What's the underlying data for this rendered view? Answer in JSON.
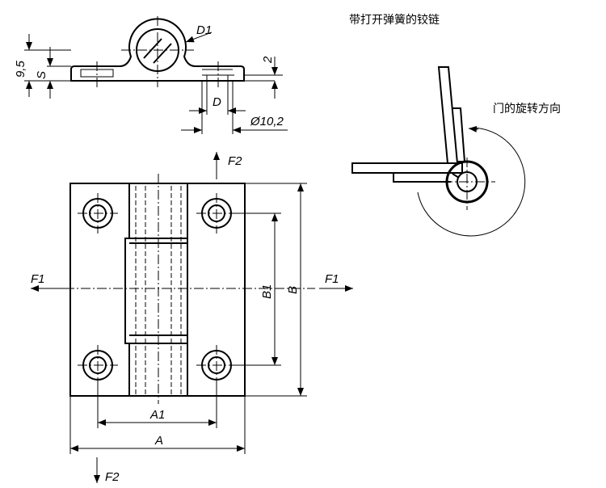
{
  "title": "带打开弹簧的铰链",
  "rotation_label": "门的旋转方向",
  "side_view": {
    "d1": "D1",
    "height": "9,5",
    "s": "S",
    "two": "2",
    "d": "D",
    "dia": "Ø10,2"
  },
  "front_view": {
    "a": "A",
    "a1": "A1",
    "b": "B",
    "b1": "B1",
    "f1_left": "F1",
    "f1_right": "F1",
    "f2_top": "F2",
    "f2_bottom": "F2"
  }
}
